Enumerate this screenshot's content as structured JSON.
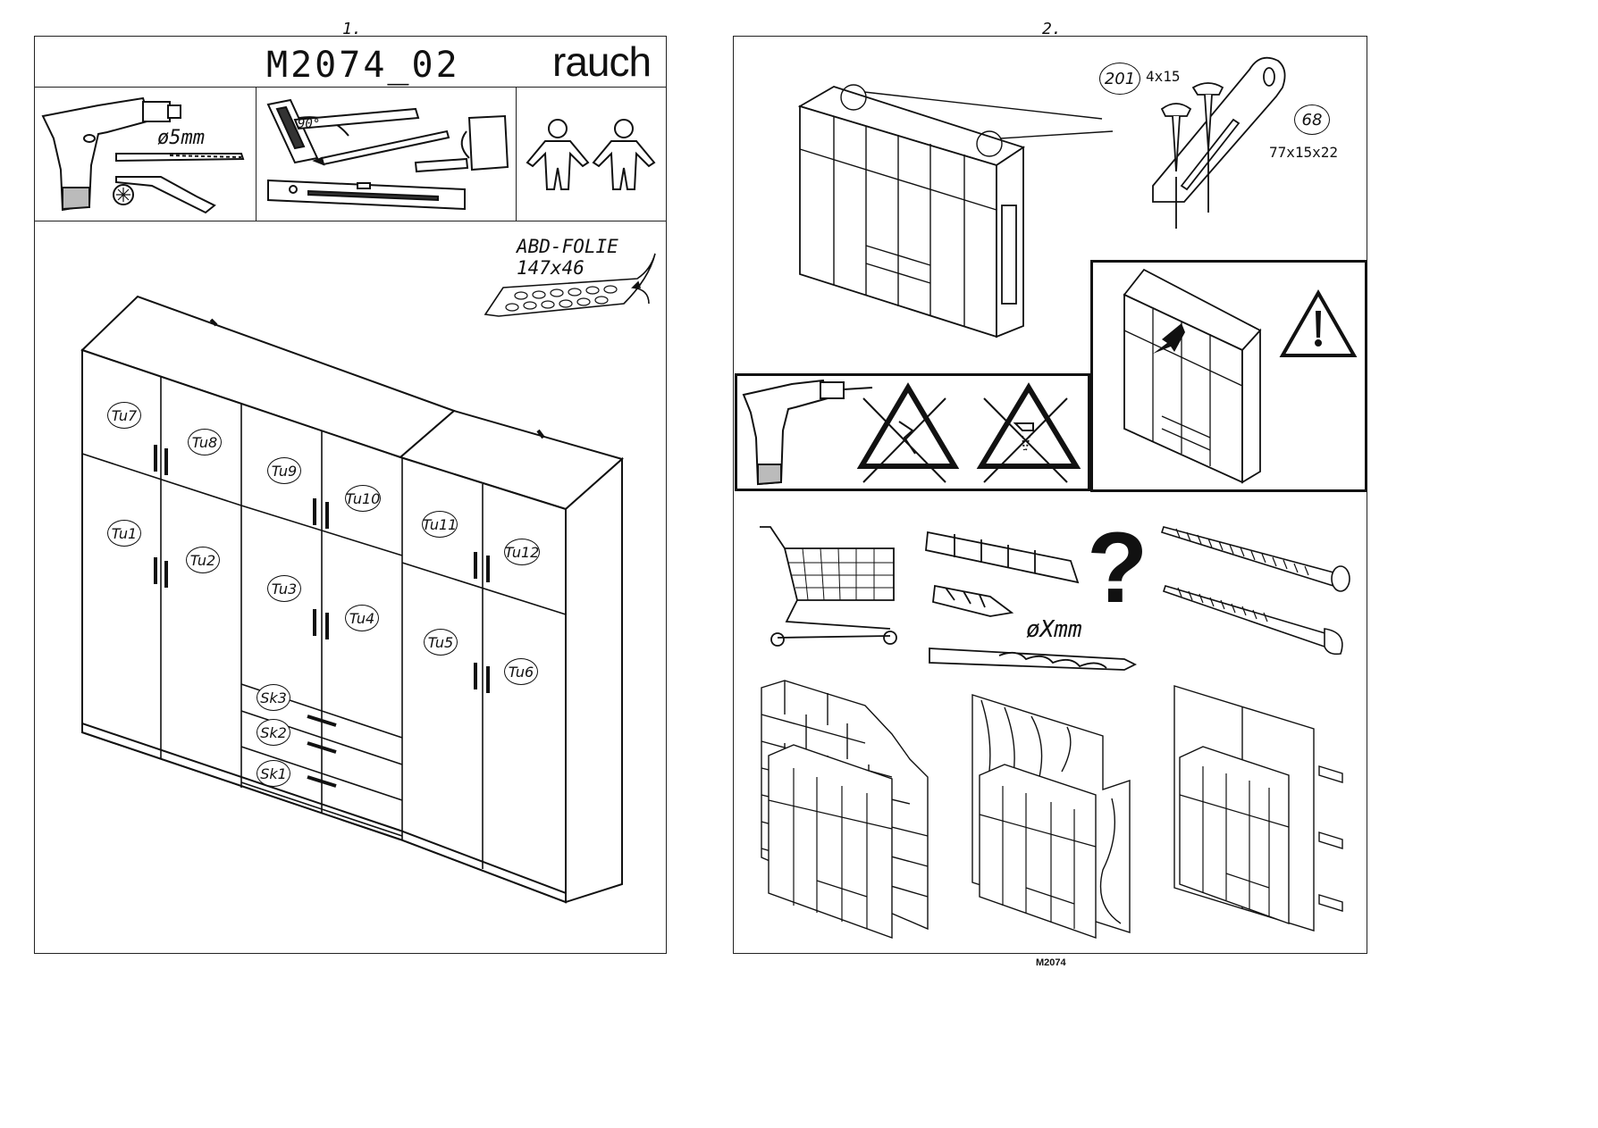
{
  "page_left": {
    "number": "1.",
    "model": "M2074_02",
    "brand": "rauch",
    "tools": {
      "drill_size": "ø5mm",
      "angle_label": "90°"
    },
    "foil_label": "ABD-FOLIE",
    "foil_size": "147x46",
    "parts": [
      "Tu7",
      "Tu8",
      "Tu9",
      "Tu10",
      "Tu11",
      "Tu12",
      "Tu1",
      "Tu2",
      "Tu3",
      "Tu4",
      "Tu5",
      "Tu6",
      "Sk3",
      "Sk2",
      "Sk1"
    ]
  },
  "page_right": {
    "number": "2.",
    "part_201": "201",
    "part_201_size": "4x15",
    "part_68": "68",
    "part_68_size": "77x15x22",
    "drill_unknown": "øXmm",
    "question": "?",
    "footer": "M2074"
  }
}
